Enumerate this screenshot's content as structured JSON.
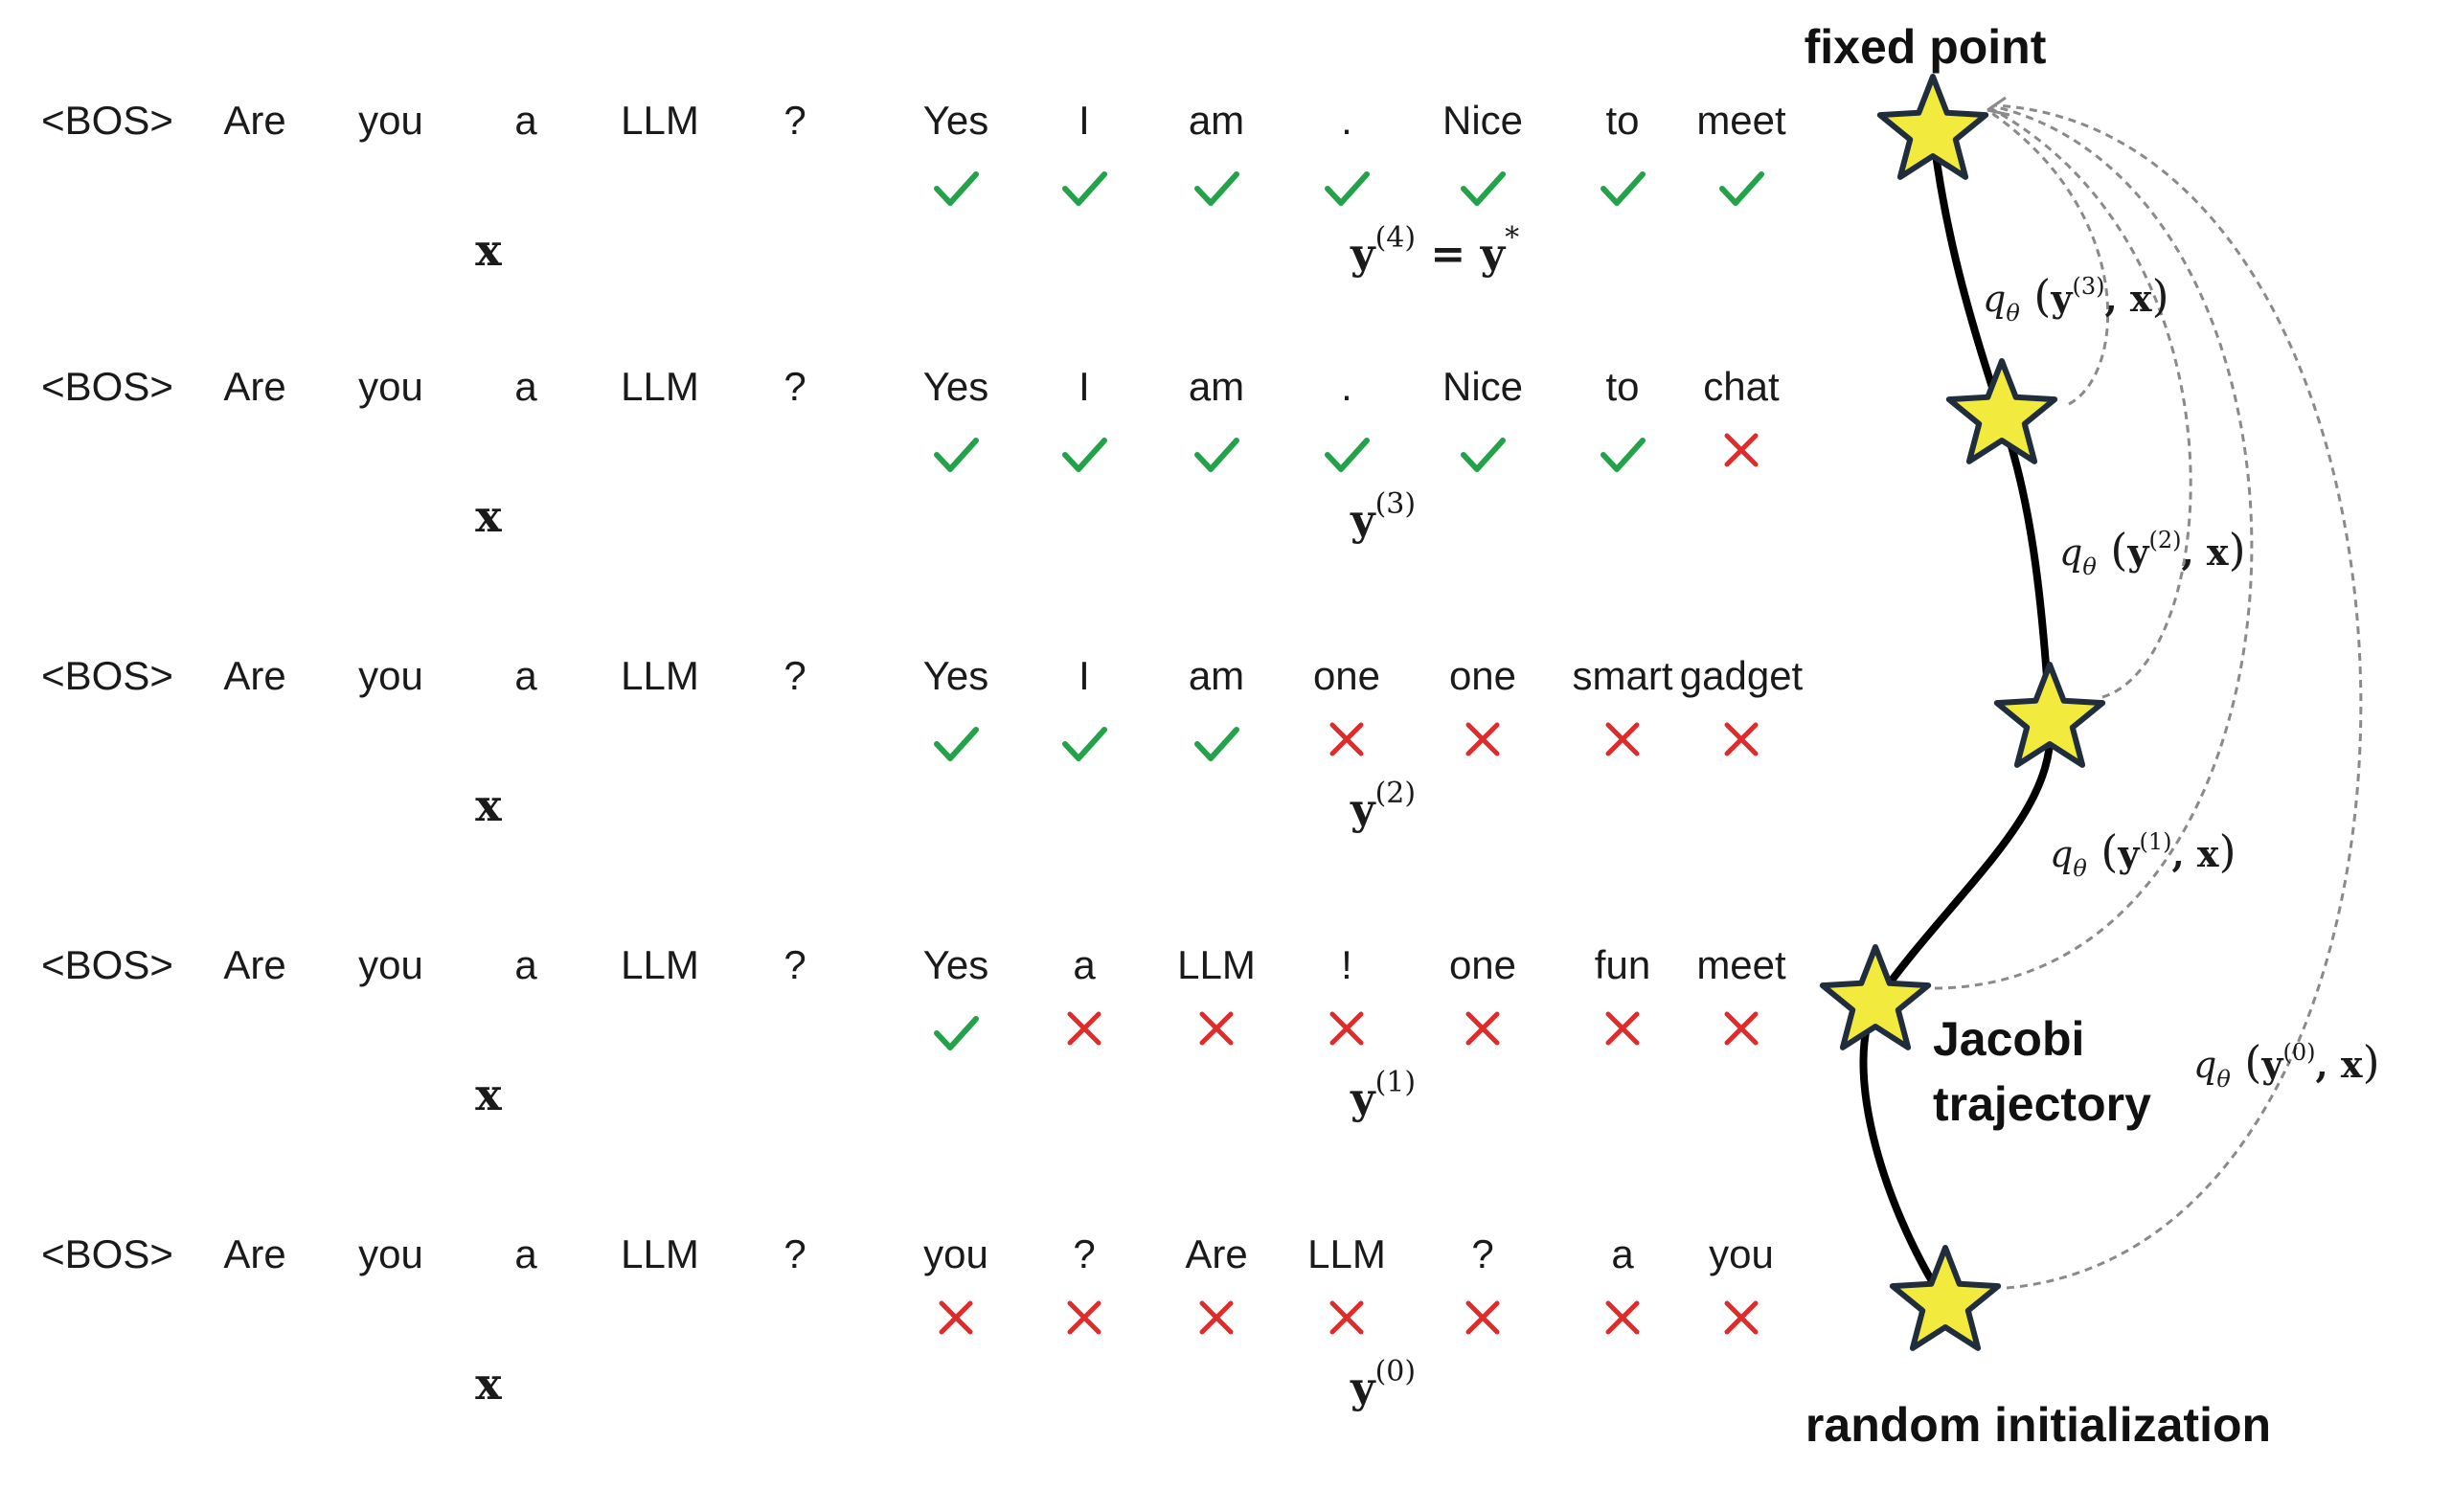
{
  "prompt_tokens": [
    "<BOS>",
    "Are",
    "you",
    "a",
    "LLM",
    "?"
  ],
  "rows": [
    {
      "tokens": [
        "Yes",
        "I",
        "am",
        ".",
        "Nice",
        "to",
        "meet"
      ],
      "marks": [
        "check",
        "check",
        "check",
        "check",
        "check",
        "check",
        "check"
      ],
      "x_label": "x",
      "y_base": "y",
      "y_sup": "(4)",
      "y_suffix": " = y",
      "y_suffix_sup": "*"
    },
    {
      "tokens": [
        "Yes",
        "I",
        "am",
        ".",
        "Nice",
        "to",
        "chat"
      ],
      "marks": [
        "check",
        "check",
        "check",
        "check",
        "check",
        "check",
        "cross"
      ],
      "x_label": "x",
      "y_base": "y",
      "y_sup": "(3)",
      "y_suffix": "",
      "y_suffix_sup": ""
    },
    {
      "tokens": [
        "Yes",
        "I",
        "am",
        "one",
        "one",
        "smart",
        "gadget"
      ],
      "marks": [
        "check",
        "check",
        "check",
        "cross",
        "cross",
        "cross",
        "cross"
      ],
      "x_label": "x",
      "y_base": "y",
      "y_sup": "(2)",
      "y_suffix": "",
      "y_suffix_sup": ""
    },
    {
      "tokens": [
        "Yes",
        "a",
        "LLM",
        "!",
        "one",
        "fun",
        "meet"
      ],
      "marks": [
        "check",
        "cross",
        "cross",
        "cross",
        "cross",
        "cross",
        "cross"
      ],
      "x_label": "x",
      "y_base": "y",
      "y_sup": "(1)",
      "y_suffix": "",
      "y_suffix_sup": ""
    },
    {
      "tokens": [
        "you",
        "?",
        "Are",
        "LLM",
        "?",
        "a",
        "you"
      ],
      "marks": [
        "cross",
        "cross",
        "cross",
        "cross",
        "cross",
        "cross",
        "cross"
      ],
      "x_label": "x",
      "y_base": "y",
      "y_sup": "(0)",
      "y_suffix": "",
      "y_suffix_sup": ""
    }
  ],
  "trajectory": {
    "fixed_point_label": "fixed point",
    "jacobi_label_line1": "Jacobi",
    "jacobi_label_line2": "trajectory",
    "random_init_label": "random initialization",
    "q_labels": [
      {
        "func": "q",
        "sub": "θ",
        "arg_sup": "(3)",
        "arg_tail": ", x"
      },
      {
        "func": "q",
        "sub": "θ",
        "arg_sup": "(2)",
        "arg_tail": ", x"
      },
      {
        "func": "q",
        "sub": "θ",
        "arg_sup": "(1)",
        "arg_tail": ", x"
      },
      {
        "func": "q",
        "sub": "θ",
        "arg_sup": "(0)",
        "arg_tail": ", x"
      }
    ]
  },
  "colors": {
    "check": "#22a34a",
    "cross": "#e02b2b",
    "star_fill": "#f2ea3c",
    "star_stroke": "#1f2d3d",
    "trajectory": "#000000",
    "dashed": "#8a8a8a"
  },
  "icons": {
    "check": "check-icon",
    "cross": "cross-icon",
    "star": "star-icon"
  }
}
